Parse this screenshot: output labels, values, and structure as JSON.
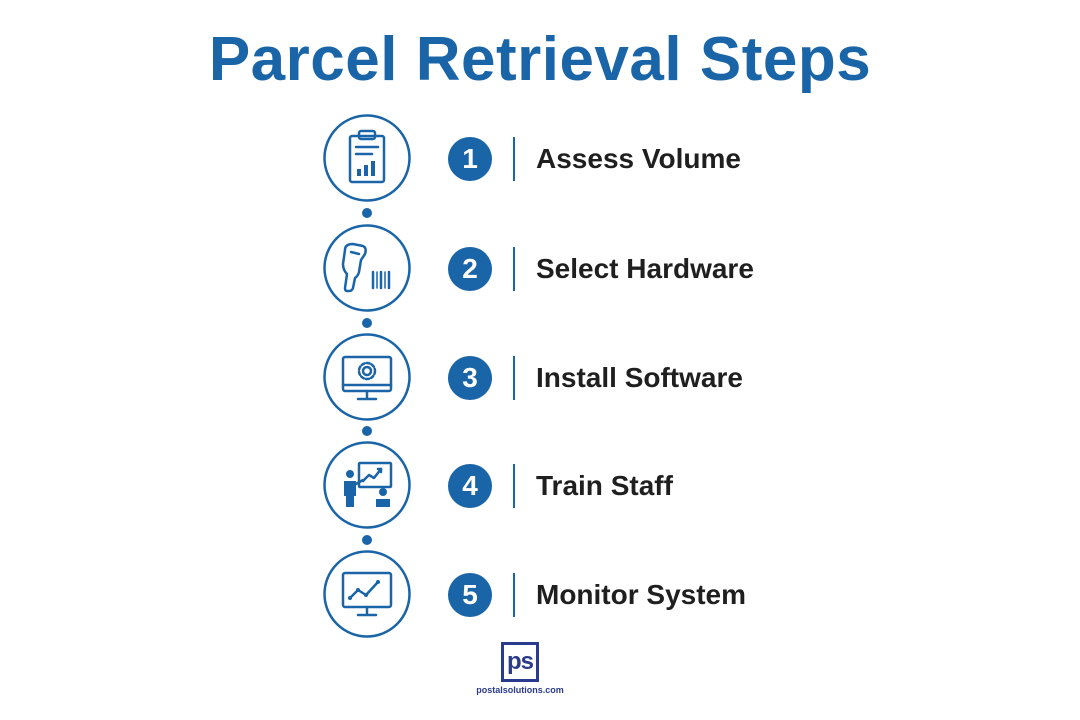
{
  "title": "Parcel Retrieval Steps",
  "colors": {
    "primary": "#1a64a8",
    "text": "#1f1f1f",
    "logo": "#2a3a8c"
  },
  "steps": [
    {
      "number": "1",
      "label": "Assess Volume",
      "icon": "clipboard-chart-icon"
    },
    {
      "number": "2",
      "label": "Select Hardware",
      "icon": "barcode-scanner-icon"
    },
    {
      "number": "3",
      "label": "Install Software",
      "icon": "monitor-gear-icon"
    },
    {
      "number": "4",
      "label": "Train Staff",
      "icon": "presentation-training-icon"
    },
    {
      "number": "5",
      "label": "Monitor System",
      "icon": "monitor-line-chart-icon"
    }
  ],
  "logo": {
    "mark": "ps",
    "text": "postalsolutions.com"
  }
}
